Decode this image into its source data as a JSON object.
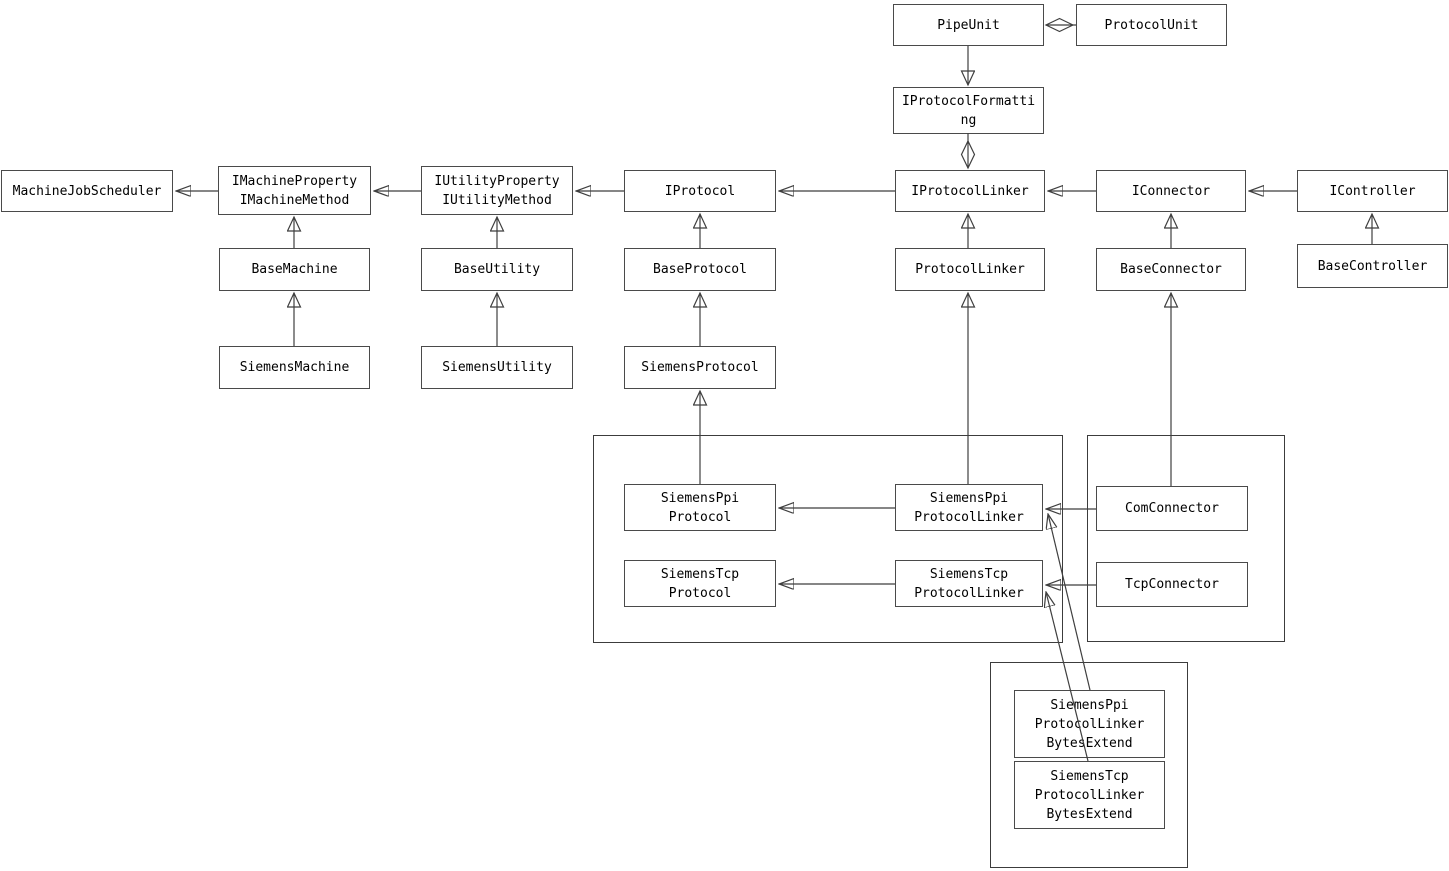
{
  "diagram": {
    "kind": "uml-class-diagram",
    "colors": {
      "background": "#ffffff",
      "line": "#3f3f3f",
      "box_border": "#4a4a4a",
      "text": "#000000"
    }
  },
  "nodes": {
    "pipe_unit": {
      "label": "PipeUnit"
    },
    "protocol_unit": {
      "label": "ProtocolUnit"
    },
    "iprotocol_formatting": {
      "label": "IProtocolFormatti\nng"
    },
    "machine_job_scheduler": {
      "label": "MachineJobScheduler"
    },
    "imachine": {
      "label": "IMachineProperty\nIMachineMethod"
    },
    "iutility": {
      "label": "IUtilityProperty\nIUtilityMethod"
    },
    "iprotocol": {
      "label": "IProtocol"
    },
    "iprotocol_linker": {
      "label": "IProtocolLinker"
    },
    "iconnector": {
      "label": "IConnector"
    },
    "icontroller": {
      "label": "IController"
    },
    "base_machine": {
      "label": "BaseMachine"
    },
    "base_utility": {
      "label": "BaseUtility"
    },
    "base_protocol": {
      "label": "BaseProtocol"
    },
    "protocol_linker": {
      "label": "ProtocolLinker"
    },
    "base_connector": {
      "label": "BaseConnector"
    },
    "base_controller": {
      "label": "BaseController"
    },
    "siemens_machine": {
      "label": "SiemensMachine"
    },
    "siemens_utility": {
      "label": "SiemensUtility"
    },
    "siemens_protocol": {
      "label": "SiemensProtocol"
    },
    "siemens_ppi_protocol": {
      "label": "SiemensPpi\nProtocol"
    },
    "siemens_tcp_protocol": {
      "label": "SiemensTcp\nProtocol"
    },
    "siemens_ppi_protocol_linker": {
      "label": "SiemensPpi\nProtocolLinker"
    },
    "siemens_tcp_protocol_linker": {
      "label": "SiemensTcp\nProtocolLinker"
    },
    "com_connector": {
      "label": "ComConnector"
    },
    "tcp_connector": {
      "label": "TcpConnector"
    },
    "siemens_ppi_bytes_extend": {
      "label": "SiemensPpi\nProtocolLinker\nBytesExtend"
    },
    "siemens_tcp_bytes_extend": {
      "label": "SiemensTcp\nProtocolLinker\nBytesExtend"
    }
  },
  "edges": [
    {
      "from": "ProtocolUnit",
      "to": "PipeUnit",
      "type": "aggregation-hollow-diamond"
    },
    {
      "from": "PipeUnit",
      "to": "IProtocolFormatting",
      "type": "hollow-triangle"
    },
    {
      "from": "IProtocolFormatting",
      "to": "IProtocolLinker",
      "type": "aggregation-hollow-diamond"
    },
    {
      "from": "IMachineProperty IMachineMethod",
      "to": "MachineJobScheduler",
      "type": "solid-arrow"
    },
    {
      "from": "IUtilityProperty IUtilityMethod",
      "to": "IMachineProperty IMachineMethod",
      "type": "solid-arrow"
    },
    {
      "from": "IProtocol",
      "to": "IUtilityProperty IUtilityMethod",
      "type": "solid-arrow"
    },
    {
      "from": "IProtocolLinker",
      "to": "IProtocol",
      "type": "solid-arrow"
    },
    {
      "from": "IConnector",
      "to": "IProtocolLinker",
      "type": "solid-arrow"
    },
    {
      "from": "IController",
      "to": "IConnector",
      "type": "solid-arrow"
    },
    {
      "from": "BaseMachine",
      "to": "IMachineProperty IMachineMethod",
      "type": "inheritance"
    },
    {
      "from": "BaseUtility",
      "to": "IUtilityProperty IUtilityMethod",
      "type": "inheritance"
    },
    {
      "from": "BaseProtocol",
      "to": "IProtocol",
      "type": "inheritance"
    },
    {
      "from": "ProtocolLinker",
      "to": "IProtocolLinker",
      "type": "inheritance"
    },
    {
      "from": "BaseConnector",
      "to": "IConnector",
      "type": "inheritance"
    },
    {
      "from": "BaseController",
      "to": "IController",
      "type": "inheritance"
    },
    {
      "from": "SiemensMachine",
      "to": "BaseMachine",
      "type": "inheritance"
    },
    {
      "from": "SiemensUtility",
      "to": "BaseUtility",
      "type": "inheritance"
    },
    {
      "from": "SiemensProtocol",
      "to": "BaseProtocol",
      "type": "inheritance"
    },
    {
      "from": "SiemensPpiProtocol",
      "to": "SiemensProtocol",
      "type": "inheritance"
    },
    {
      "from": "SiemensPpiProtocolLinker",
      "to": "ProtocolLinker",
      "type": "inheritance"
    },
    {
      "from": "ComConnector",
      "to": "BaseConnector",
      "type": "inheritance"
    },
    {
      "from": "SiemensPpiProtocolLinker",
      "to": "SiemensPpiProtocol",
      "type": "solid-arrow"
    },
    {
      "from": "SiemensTcpProtocolLinker",
      "to": "SiemensTcpProtocol",
      "type": "solid-arrow"
    },
    {
      "from": "ComConnector",
      "to": "SiemensPpiProtocolLinker",
      "type": "solid-arrow"
    },
    {
      "from": "TcpConnector",
      "to": "SiemensTcpProtocolLinker",
      "type": "solid-arrow"
    },
    {
      "from": "SiemensPpiProtocolLinkerBytesExtend",
      "to": "SiemensPpiProtocolLinker",
      "type": "solid-arrow"
    },
    {
      "from": "SiemensTcpProtocolLinkerBytesExtend",
      "to": "SiemensTcpProtocolLinker",
      "type": "solid-arrow"
    }
  ]
}
